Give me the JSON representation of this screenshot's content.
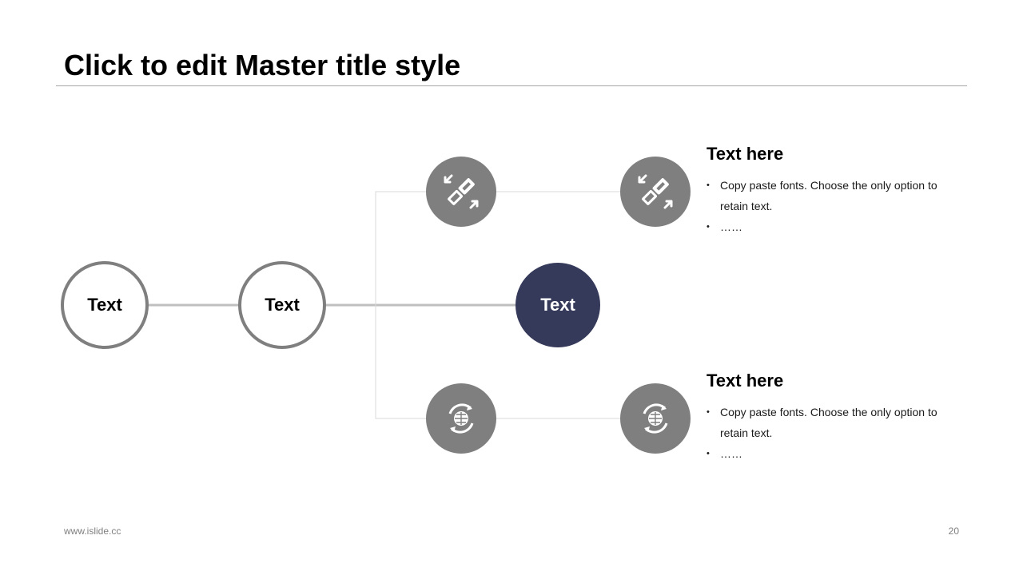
{
  "slide": {
    "title": "Click to edit Master title style",
    "footer_url": "www.islide.cc",
    "page_number": "20"
  },
  "nodes": {
    "first": "Text",
    "second": "Text",
    "center": "Text"
  },
  "icons": {
    "top": "seatbelt-icon",
    "bottom": "global-refresh-icon"
  },
  "blocks": [
    {
      "title": "Text here",
      "bullets": [
        "Copy paste fonts. Choose the only option to retain text.",
        "……"
      ]
    },
    {
      "title": "Text here",
      "bullets": [
        "Copy paste fonts. Choose the only option to retain text.",
        "……"
      ]
    }
  ],
  "colors": {
    "accent": "#363a5a",
    "icon_bg": "#7f7f7f",
    "ring": "#7f7f7f",
    "connector": "#bfbfbf",
    "branch": "#d9d9d9"
  }
}
